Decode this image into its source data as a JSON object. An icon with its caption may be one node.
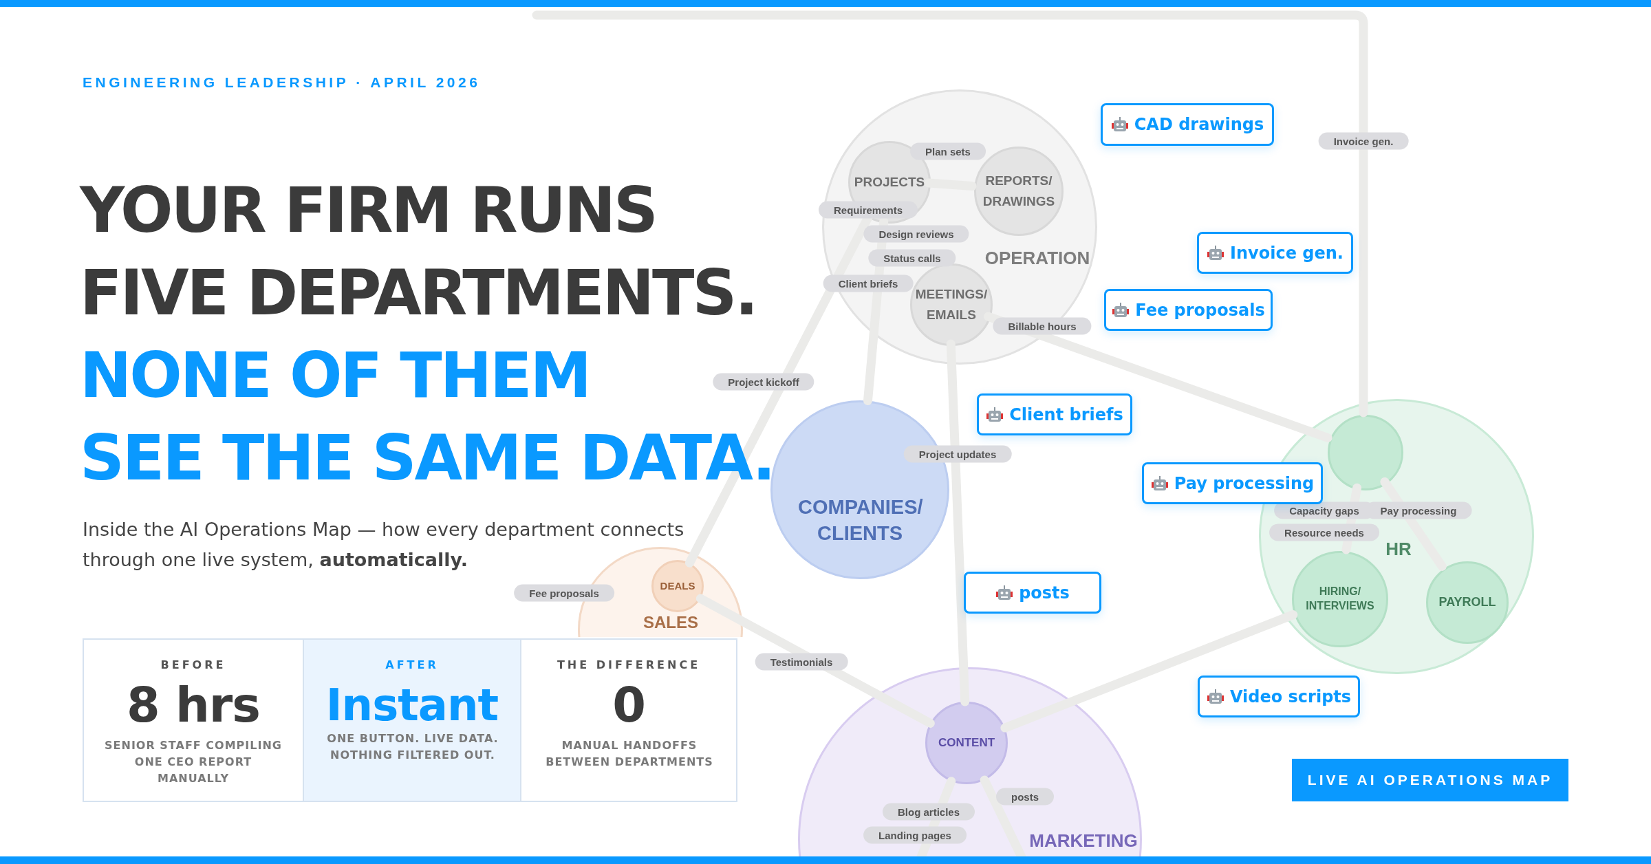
{
  "diagram": {
    "title": "YOUR FIRM RUNS FIVE DEPARTMENTS.",
    "nodes": [
      {
        "text": [
          "OPERATION"
        ]
      },
      {
        "text": [
          "PROJECTS"
        ],
        "in": 0
      },
      {
        "text": [
          "REPORTS/ DRAWINGS"
        ],
        "in": 0
      },
      {
        "text": [
          "MEETINGS/ EMAILS"
        ],
        "in": 0
      },
      {
        "text": [
          "COMPANIES/ CLIENTS"
        ]
      },
      {
        "text": [
          "SALES"
        ]
      },
      {
        "text": [
          "DEALS"
        ],
        "in": 5
      },
      {
        "text": [
          "MARKETING"
        ]
      },
      {
        "text": [
          "CONTENT"
        ],
        "in": 7
      },
      {
        "text": [
          "HR"
        ]
      },
      {
        "text": [],
        "shape": "circle",
        "in": 9
      },
      {
        "text": [
          "HIRING/ INTERVIEWS"
        ],
        "in": 9
      },
      {
        "text": [
          "PAYROLL"
        ],
        "in": 9
      },
      {
        "text": [
          "CAD drawings"
        ]
      },
      {
        "text": [
          "Invoice gen."
        ]
      },
      {
        "text": [
          "Fee proposals"
        ]
      },
      {
        "text": [
          "Client briefs"
        ]
      },
      {
        "text": [
          "Pay processing"
        ]
      },
      {
        "text": [
          "posts"
        ]
      },
      {
        "text": [
          "Video scripts"
        ]
      }
    ],
    "edges": [
      {
        "from": 1,
        "to": 2,
        "arrow": "none"
      },
      {
        "from": 1,
        "to": 6,
        "arrow": "none"
      },
      {
        "from": 1,
        "to": 4,
        "arrow": "none"
      },
      {
        "from": 3,
        "to": 8,
        "arrow": "none"
      },
      {
        "from": 3,
        "to": 10,
        "arrow": "none"
      },
      {
        "from": null,
        "to": 10,
        "arrow": "none"
      },
      {
        "from": 6,
        "to": 8,
        "arrow": "none"
      },
      {
        "from": 8,
        "to": 11,
        "arrow": "none"
      },
      {
        "from": 10,
        "to": 11,
        "arrow": "none"
      },
      {
        "from": 10,
        "to": 12,
        "arrow": "none"
      },
      {
        "from": 8,
        "to": null,
        "arrow": "none"
      },
      {
        "from": 8,
        "to": null,
        "arrow": "none"
      }
    ],
    "labels": [
      "ENGINEERING LEADERSHIP · APRIL 2026",
      "NONE OF THEM SEE THE SAME DATA.",
      "Inside the AI Operations Map — how every department connects through one live system, **automatically.**",
      "BEFORE",
      "8 hrs",
      "SENIOR STAFF COMPILING ONE CEO REPORT MANUALLY",
      "AFTER",
      "Instant",
      "ONE BUTTON. LIVE DATA. NOTHING FILTERED OUT.",
      "THE DIFFERENCE",
      "0",
      "MANUAL HANDOFFS BETWEEN DEPARTMENTS",
      "LIVE AI OPERATIONS MAP",
      "Plan sets",
      "Requirements",
      "Design reviews",
      "Status calls",
      "Client briefs",
      "Billable hours",
      "Project kickoff",
      "Project updates",
      "Invoice gen.",
      "Fee proposals",
      "Testimonials",
      "Pay processing",
      "Capacity gaps",
      "Resource needs",
      "Blog articles",
      "posts",
      "Landing pages"
    ]
  }
}
